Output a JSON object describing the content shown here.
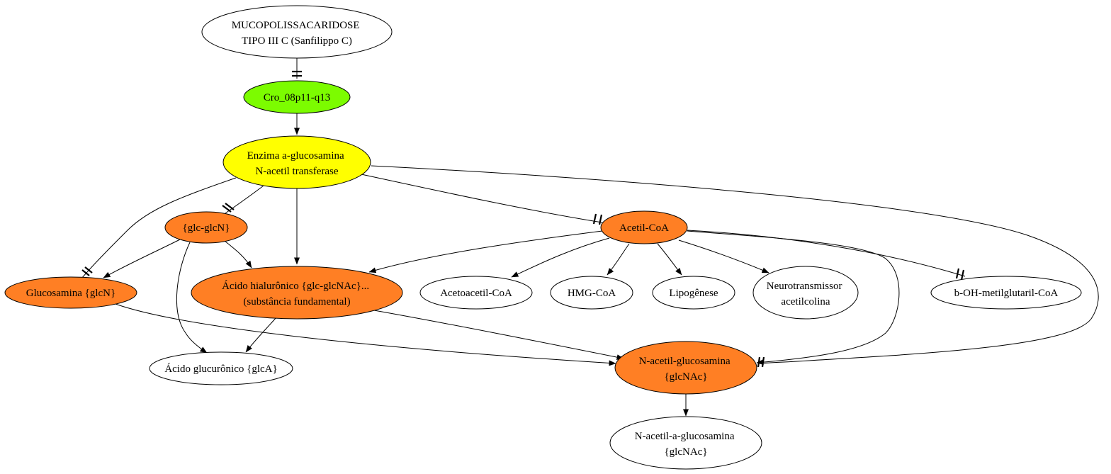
{
  "colors": {
    "white": "#ffffff",
    "green": "#7cfc00",
    "yellow": "#ffff00",
    "orange": "#ff7f24"
  },
  "nodes": {
    "mps": {
      "lines": [
        "MUCOPOLISSACARIDOSE",
        "TIPO III C (Sanfilippo C)"
      ],
      "fill": "white"
    },
    "cro": {
      "lines": [
        "Cro_08p11-q13"
      ],
      "fill": "green"
    },
    "enzima": {
      "lines": [
        "Enzima a-glucosamina",
        "N-acetil transferase"
      ],
      "fill": "yellow"
    },
    "glcglcn": {
      "lines": [
        "{glc-glcN}"
      ],
      "fill": "orange"
    },
    "acetilcoa": {
      "lines": [
        "Acetil-CoA"
      ],
      "fill": "orange"
    },
    "glucosamina": {
      "lines": [
        "Glucosamina {glcN}"
      ],
      "fill": "orange"
    },
    "hialuronico": {
      "lines": [
        "Ácido hialurônico {glc-glcNAc}...",
        "(substância fundamental)"
      ],
      "fill": "orange"
    },
    "acetoacetil": {
      "lines": [
        "Acetoacetil-CoA"
      ],
      "fill": "white"
    },
    "hmg": {
      "lines": [
        "HMG-CoA"
      ],
      "fill": "white"
    },
    "lipogenese": {
      "lines": [
        "Lipogênese"
      ],
      "fill": "white"
    },
    "neuro": {
      "lines": [
        "Neurotransmissor",
        "acetilcolina"
      ],
      "fill": "white"
    },
    "bohmg": {
      "lines": [
        "b-OH-metilglutaril-CoA"
      ],
      "fill": "white"
    },
    "glucuronico": {
      "lines": [
        "Ácido glucurônico {glcA}"
      ],
      "fill": "white"
    },
    "nacglc": {
      "lines": [
        "N-acetil-glucosamina",
        "{glcNAc}"
      ],
      "fill": "orange"
    },
    "nacaglc": {
      "lines": [
        "N-acetil-a-glucosamina",
        "{glcNAc}"
      ],
      "fill": "white"
    }
  },
  "edges": [
    {
      "from": "mps",
      "to": "cro",
      "style": "tee"
    },
    {
      "from": "cro",
      "to": "enzima",
      "style": "arrow"
    },
    {
      "from": "enzima",
      "to": "glcglcn",
      "style": "tee"
    },
    {
      "from": "enzima",
      "to": "hialuronico",
      "style": "arrow"
    },
    {
      "from": "enzima",
      "to": "glucosamina",
      "style": "tee"
    },
    {
      "from": "enzima",
      "to": "acetilcoa",
      "style": "tee"
    },
    {
      "from": "enzima",
      "to": "nacglc",
      "style": "tee"
    },
    {
      "from": "glcglcn",
      "to": "glucosamina",
      "style": "arrow"
    },
    {
      "from": "glcglcn",
      "to": "hialuronico",
      "style": "arrow"
    },
    {
      "from": "glcglcn",
      "to": "glucuronico",
      "style": "arrow"
    },
    {
      "from": "hialuronico",
      "to": "glucuronico",
      "style": "arrow"
    },
    {
      "from": "hialuronico",
      "to": "nacglc",
      "style": "arrow"
    },
    {
      "from": "glucosamina",
      "to": "nacglc",
      "style": "arrow"
    },
    {
      "from": "acetilcoa",
      "to": "hialuronico",
      "style": "arrow"
    },
    {
      "from": "acetilcoa",
      "to": "acetoacetil",
      "style": "arrow"
    },
    {
      "from": "acetilcoa",
      "to": "hmg",
      "style": "arrow"
    },
    {
      "from": "acetilcoa",
      "to": "lipogenese",
      "style": "arrow"
    },
    {
      "from": "acetilcoa",
      "to": "neuro",
      "style": "arrow"
    },
    {
      "from": "acetilcoa",
      "to": "bohmg",
      "style": "tee"
    },
    {
      "from": "acetilcoa",
      "to": "nacglc",
      "style": "arrow"
    },
    {
      "from": "nacglc",
      "to": "nacaglc",
      "style": "arrow"
    }
  ]
}
